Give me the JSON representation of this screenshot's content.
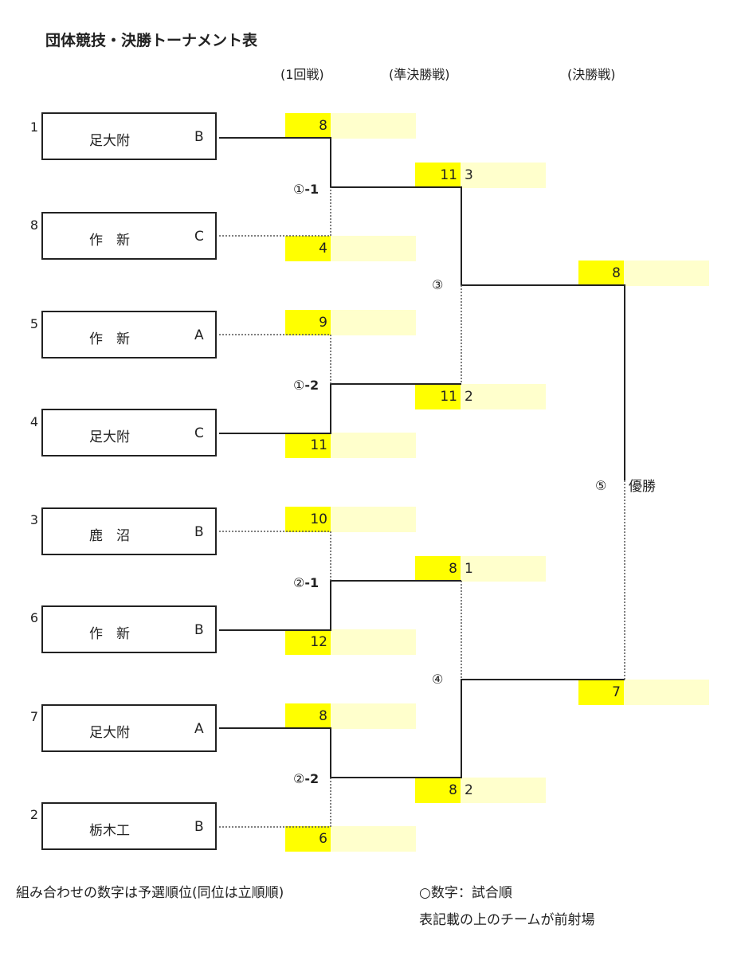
{
  "title": "団体競技・決勝トーナメント表",
  "rounds": {
    "r1": "(1回戦)",
    "semi": "(準決勝戦)",
    "final": "(決勝戦)"
  },
  "teams": [
    {
      "seed": "1",
      "name": "足大附",
      "group": "B",
      "score": "8"
    },
    {
      "seed": "8",
      "name": "作　新",
      "group": "C",
      "score": "4"
    },
    {
      "seed": "5",
      "name": "作　新",
      "group": "A",
      "score": "9"
    },
    {
      "seed": "4",
      "name": "足大附",
      "group": "C",
      "score": "11"
    },
    {
      "seed": "3",
      "name": "鹿　沼",
      "group": "B",
      "score": "10"
    },
    {
      "seed": "6",
      "name": "作　新",
      "group": "B",
      "score": "12"
    },
    {
      "seed": "7",
      "name": "足大附",
      "group": "A",
      "score": "8"
    },
    {
      "seed": "2",
      "name": "栃木工",
      "group": "B",
      "score": "6"
    }
  ],
  "matches": {
    "m1_1": {
      "num": "①",
      "suffix": "-1"
    },
    "m1_2": {
      "num": "①",
      "suffix": "-2"
    },
    "m2_1": {
      "num": "②",
      "suffix": "-1"
    },
    "m2_2": {
      "num": "②",
      "suffix": "-2"
    },
    "m3": "③",
    "m4": "④",
    "m5": "⑤"
  },
  "semis": [
    {
      "score": "11",
      "order": "3"
    },
    {
      "score": "11",
      "order": "2"
    },
    {
      "score": "8",
      "order": "1"
    },
    {
      "score": "8",
      "order": "2"
    }
  ],
  "finals": [
    {
      "score": "8"
    },
    {
      "score": "7"
    }
  ],
  "champion_label": "優勝",
  "notes": {
    "left": "組み合わせの数字は予選順位(同位は立順順)",
    "right1": "○数字：試合順",
    "right2": "表記載の上のチームが前射場"
  }
}
